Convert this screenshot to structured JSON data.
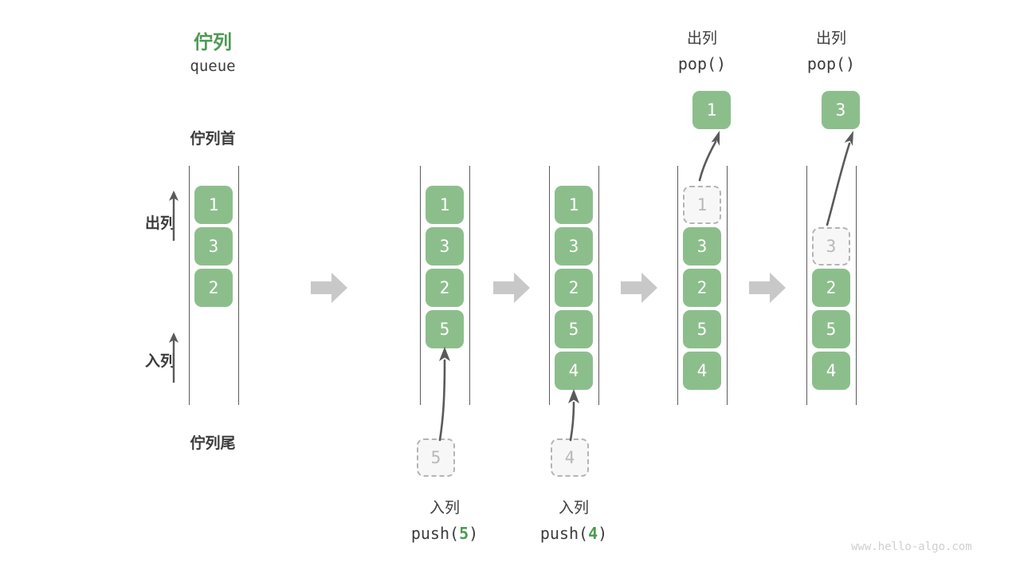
{
  "diagram": {
    "title_cn": "佇列",
    "title_en": "queue",
    "head_label": "佇列首",
    "tail_label": "佇列尾",
    "dequeue_label": "出列",
    "enqueue_label": "入列",
    "watermark": "www.hello-algo.com",
    "colors": {
      "green_fill": "#8cbe8c",
      "green_text": "#4e9a54",
      "ghost_fill": "#f7f7f7",
      "ghost_border": "#b4b4b4",
      "ghost_text": "#b8b8b8",
      "rail": "#5a5a5a",
      "arrow": "#5a5a5a",
      "separator": "#c8c8c8",
      "text": "#3c3c3c",
      "watermark": "#cfcfcf"
    }
  },
  "steps": [
    {
      "id": "initial",
      "cells": [
        {
          "value": "1",
          "state": "solid"
        },
        {
          "value": "3",
          "state": "solid"
        },
        {
          "value": "2",
          "state": "solid"
        }
      ]
    },
    {
      "id": "push-5",
      "op_cn": "入列",
      "op_code_prefix": "push(",
      "op_code_arg": "5",
      "op_code_suffix": ")",
      "incoming": "5",
      "cells": [
        {
          "value": "1",
          "state": "solid"
        },
        {
          "value": "3",
          "state": "solid"
        },
        {
          "value": "2",
          "state": "solid"
        },
        {
          "value": "5",
          "state": "solid"
        }
      ]
    },
    {
      "id": "push-4",
      "op_cn": "入列",
      "op_code_prefix": "push(",
      "op_code_arg": "4",
      "op_code_suffix": ")",
      "incoming": "4",
      "cells": [
        {
          "value": "1",
          "state": "solid"
        },
        {
          "value": "3",
          "state": "solid"
        },
        {
          "value": "2",
          "state": "solid"
        },
        {
          "value": "5",
          "state": "solid"
        },
        {
          "value": "4",
          "state": "solid"
        }
      ]
    },
    {
      "id": "pop-1",
      "op_cn": "出列",
      "op_code": "pop()",
      "popped": "1",
      "cells": [
        {
          "value": "1",
          "state": "ghost"
        },
        {
          "value": "3",
          "state": "solid"
        },
        {
          "value": "2",
          "state": "solid"
        },
        {
          "value": "5",
          "state": "solid"
        },
        {
          "value": "4",
          "state": "solid"
        }
      ]
    },
    {
      "id": "pop-3",
      "op_cn": "出列",
      "op_code": "pop()",
      "popped": "3",
      "cells": [
        {
          "value": "",
          "state": "empty"
        },
        {
          "value": "3",
          "state": "ghost"
        },
        {
          "value": "2",
          "state": "solid"
        },
        {
          "value": "5",
          "state": "solid"
        },
        {
          "value": "4",
          "state": "solid"
        }
      ]
    }
  ]
}
